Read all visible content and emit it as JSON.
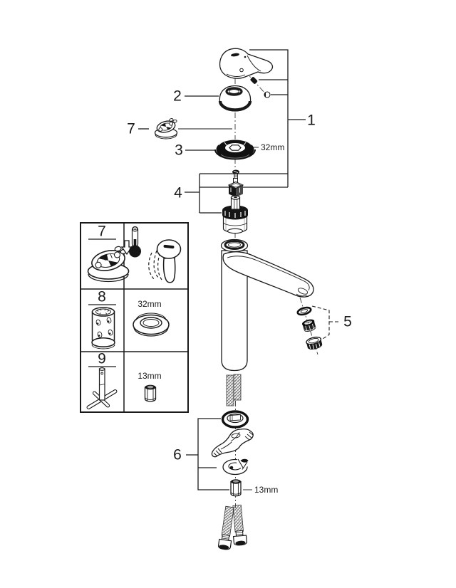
{
  "diagram": {
    "kind": "exploded-parts-diagram",
    "subject": "single-lever-basin-mixer-faucet"
  },
  "colors": {
    "line": "#1a1a1a",
    "background": "#ffffff"
  },
  "callouts": {
    "c1": "1",
    "c2": "2",
    "c3": "3",
    "c4": "4",
    "c5": "5",
    "c6": "6",
    "c7": "7"
  },
  "dimensions": {
    "cap_nut": "32mm",
    "hose_nut": "13mm"
  },
  "legend": {
    "rows": [
      {
        "number": "7",
        "left_icon": "temperature-limiter-icon",
        "right_icons": [
          "down-arrow-icon",
          "thermometer-icon",
          "lever-handle-icon"
        ]
      },
      {
        "number": "8",
        "left_icon": "cartridge-socket-tool-icon",
        "size_label": "32mm",
        "right_icon": "ring-nut-icon"
      },
      {
        "number": "9",
        "left_icon": "t-handle-wrench-icon",
        "size_label": "13mm",
        "right_icon": "hose-nut-icon"
      }
    ]
  }
}
